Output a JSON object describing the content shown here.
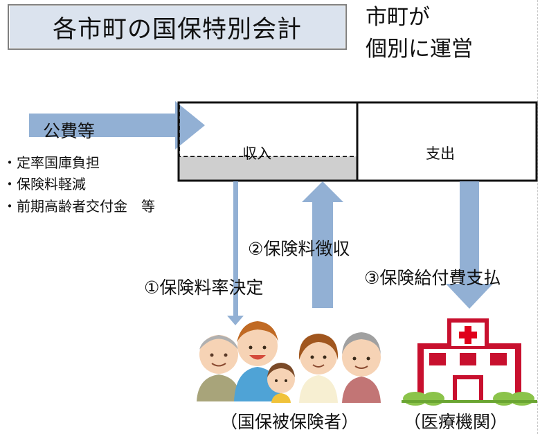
{
  "title": "各市町の国保特別会計",
  "subtitle": [
    "市町が",
    "個別に運営"
  ],
  "public_funds": {
    "label": "公費等",
    "items": [
      "・定率国庫負担",
      "・保険料軽減",
      "・前期高齢者交付金　等"
    ]
  },
  "account": {
    "income_label": "収入",
    "expense_label": "支出"
  },
  "flows": [
    "②保険料徴収",
    "①保険料率決定",
    "③保険給付費支払"
  ],
  "parties": {
    "insured": "（国保被保険者）",
    "medical": "（医療機関）"
  },
  "colors": {
    "arrow": "#92b0d4",
    "title_fill": "#dbe3ee",
    "income_fill": "#cfcfcf",
    "cross": "#e0001b",
    "hospital": "#c8102e"
  }
}
